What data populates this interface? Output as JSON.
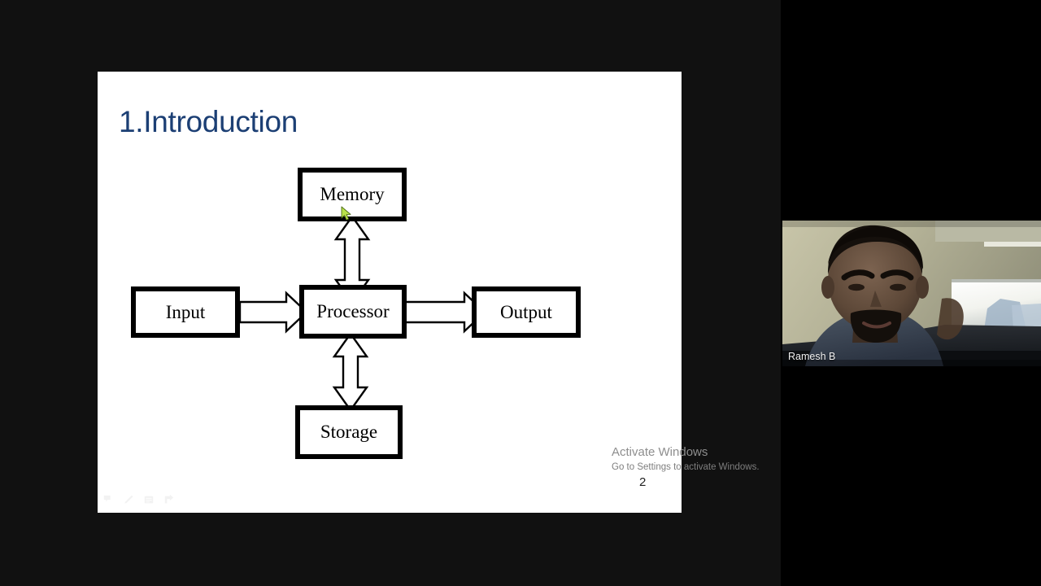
{
  "app": {
    "context": "screen-share-presentation",
    "background_color": "#000000",
    "share_region_color": "#111111"
  },
  "slide": {
    "title": "1.Introduction",
    "title_color": "#1c3f74",
    "background_color": "#ffffff",
    "page_number": "2",
    "diagram": {
      "type": "block-diagram",
      "boxes": [
        {
          "id": "memory",
          "label": "Memory"
        },
        {
          "id": "input",
          "label": "Input"
        },
        {
          "id": "processor",
          "label": "Processor"
        },
        {
          "id": "output",
          "label": "Output"
        },
        {
          "id": "storage",
          "label": "Storage"
        }
      ],
      "connections": [
        {
          "from": "input",
          "to": "processor",
          "style": "single-block-arrow",
          "direction": "right"
        },
        {
          "from": "processor",
          "to": "output",
          "style": "single-block-arrow",
          "direction": "right"
        },
        {
          "from": "memory",
          "to": "processor",
          "style": "double-block-arrow",
          "direction": "vertical"
        },
        {
          "from": "processor",
          "to": "storage",
          "style": "double-block-arrow",
          "direction": "vertical"
        }
      ]
    },
    "toolbar_icons": [
      {
        "name": "pointer-icon"
      },
      {
        "name": "pen-icon"
      },
      {
        "name": "menu-icon"
      },
      {
        "name": "next-arrow-icon"
      }
    ]
  },
  "watermark": {
    "line1": "Activate Windows",
    "line2": "Go to Settings to activate Windows."
  },
  "video": {
    "participant_name": "Ramesh B"
  }
}
